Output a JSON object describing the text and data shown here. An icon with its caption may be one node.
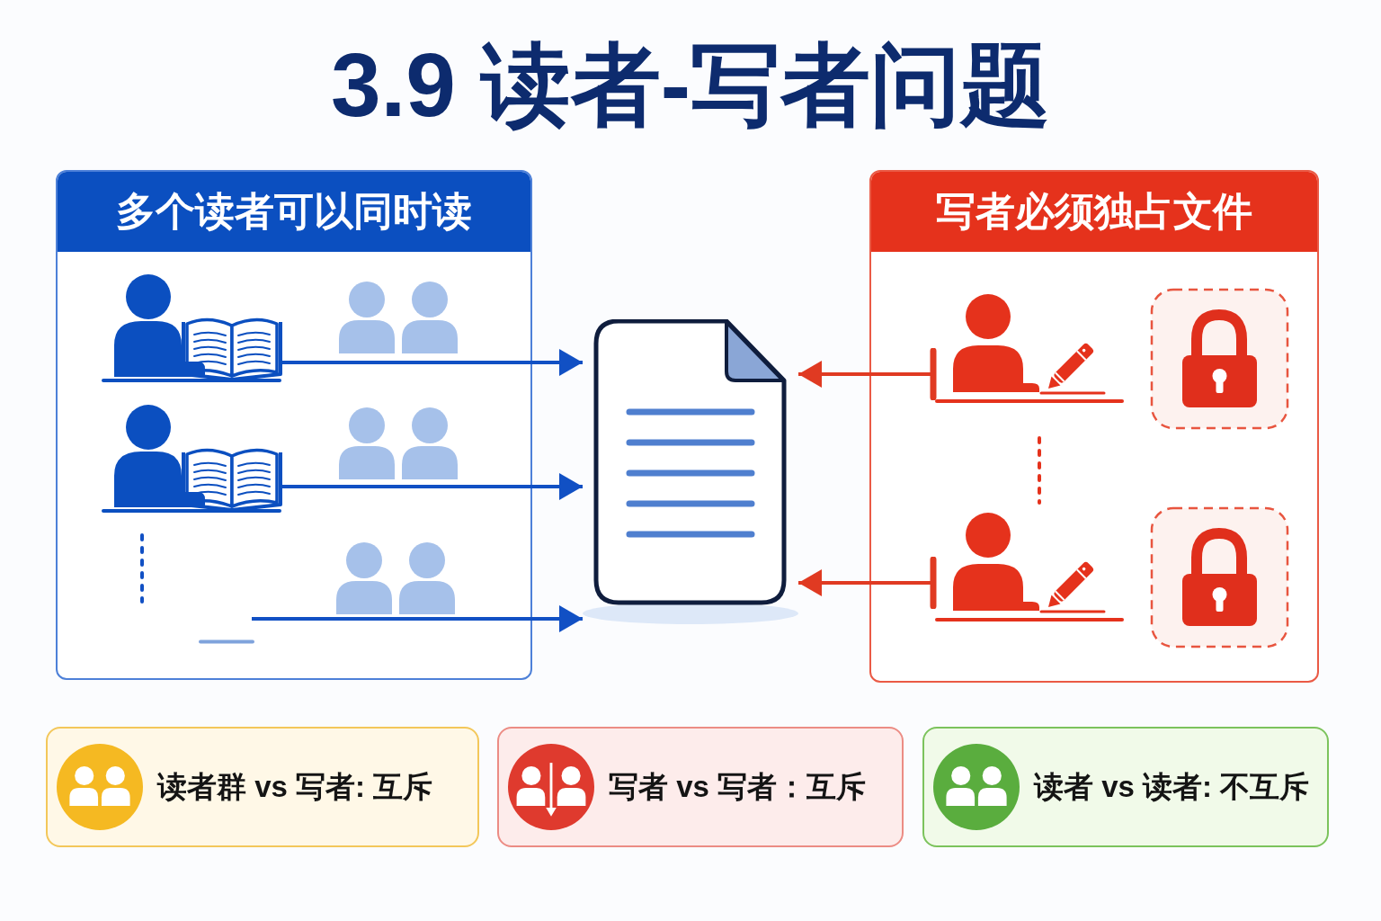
{
  "diagram": {
    "title": "3.9 读者-写者问题",
    "nodes": [
      {
        "text": [
          "多个读者可以同时读"
        ]
      },
      {
        "text": [],
        "shape": "person",
        "in": 0
      },
      {
        "text": [],
        "shape": "person",
        "in": 0
      },
      {
        "text": [],
        "shape": "document"
      },
      {
        "text": [
          "写者必须独占文件"
        ]
      },
      {
        "text": [],
        "shape": "person",
        "in": 4
      },
      {
        "text": [],
        "shape": "person",
        "in": 4
      },
      {
        "text": [
          "读者群 vs 写者: 互斥"
        ]
      },
      {
        "text": [
          "写者 vs 写者：互斥"
        ]
      },
      {
        "text": [
          "读者 vs 读者: 不互斥"
        ]
      }
    ],
    "edges": [
      {
        "from": 1,
        "to": 3,
        "arrow": "to"
      },
      {
        "from": 2,
        "to": 3,
        "arrow": "to"
      },
      {
        "from": null,
        "to": 3,
        "arrow": "to"
      },
      {
        "from": 5,
        "to": 3,
        "arrow": "to",
        "color": "#e03a22"
      },
      {
        "from": 6,
        "to": 3,
        "arrow": "to",
        "color": "#e03a22"
      }
    ]
  }
}
